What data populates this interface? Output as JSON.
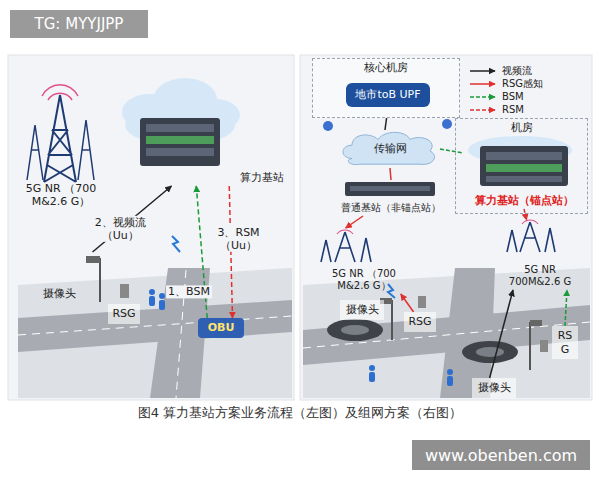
{
  "diagram": {
    "caption": "图4 算力基站方案业务流程（左图）及组网方案（右图）",
    "nodes": [
      {
        "text": [
          "算力基站"
        ]
      },
      {
        "text": [
          "5G NR （700 M&2.6 G）"
        ]
      },
      {
        "text": [
          "摄像头"
        ]
      },
      {
        "text": [
          "RSG"
        ]
      },
      {
        "text": [
          "OBU"
        ]
      },
      {
        "text": [
          "核心机房"
        ]
      },
      {
        "text": [
          "地市toB UPF"
        ],
        "in": 5
      },
      {
        "text": [
          "传输网"
        ]
      },
      {
        "text": [
          "机房"
        ]
      },
      {
        "text": [
          "普通基站（非锚点站）"
        ]
      },
      {
        "text": [
          "算力基站（锚点站）"
        ],
        "in": 8
      },
      {
        "text": [
          "5G NR （700 M&2.6 G）"
        ]
      },
      {
        "text": [
          "5G NR 700M&2.6 G"
        ]
      },
      {
        "text": [
          "摄像头"
        ]
      },
      {
        "text": [
          "RSG"
        ]
      },
      {
        "text": [
          "摄像头"
        ]
      },
      {
        "text": [
          "RS G"
        ]
      }
    ],
    "edges": [
      {
        "from": 2,
        "to": 0,
        "arrow": "to",
        "label": "2、视频流 （Uu）"
      },
      {
        "from": 4,
        "to": 0,
        "arrow": "to",
        "label": "1、BSM"
      },
      {
        "from": 0,
        "to": 4,
        "arrow": "to",
        "label": "3、RSM （Uu）"
      },
      {
        "from": 6,
        "to": 7,
        "arrow": "none"
      },
      {
        "from": 7,
        "to": 9,
        "arrow": "none"
      },
      {
        "from": 7,
        "to": 10,
        "arrow": "none"
      },
      {
        "from": 9,
        "to": 11,
        "arrow": "to"
      },
      {
        "from": 10,
        "to": 12,
        "arrow": "to"
      },
      {
        "from": 14,
        "to": 11,
        "arrow": "to"
      },
      {
        "from": 15,
        "to": 12,
        "arrow": "to"
      },
      {
        "from": 16,
        "to": 12,
        "arrow": "to"
      }
    ],
    "labels": [
      "TG: MYYJJPP",
      "www.obenben.com"
    ],
    "legend": [
      {
        "text": "视频流"
      },
      {
        "text": "RSG感知"
      },
      {
        "text": "BSM"
      },
      {
        "text": "RSM"
      }
    ]
  }
}
